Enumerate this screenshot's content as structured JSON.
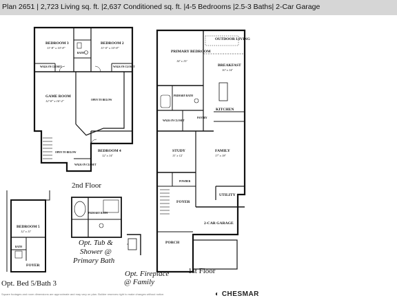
{
  "header": {
    "title": "Plan 2651 | 2,723 Living sq. ft. |2,637 Conditioned sq. ft. |4-5 Bedrooms |2.5-3 Baths| 2-Car Garage"
  },
  "second_floor": {
    "caption": "2nd Floor",
    "rooms": {
      "bedroom3": {
        "name": "BEDROOM 3",
        "dims": "11'-8\" x 10'-8\""
      },
      "bedroom2": {
        "name": "BEDROOM 2",
        "dims": "11'-0\" x 10'-8\""
      },
      "bath": {
        "name": "BATH"
      },
      "walkin_left": {
        "name": "WALK-IN CLOSET"
      },
      "walkin_right": {
        "name": "WALK-IN CLOSET"
      },
      "gameroom": {
        "name": "GAME ROOM",
        "dims": "12'-8\" x 16'-2\""
      },
      "open_below": {
        "name": "OPEN TO BELOW"
      },
      "open_foyer": {
        "name": "OPEN TO BELOW"
      },
      "bedroom4": {
        "name": "BEDROOM 4",
        "dims": "12' x 14'"
      },
      "walkin_b4": {
        "name": "WALK-IN CLOSET"
      }
    }
  },
  "first_floor": {
    "caption": "1st Floor",
    "rooms": {
      "outdoor": {
        "name": "OUTDOOR LIVING"
      },
      "primary_bedroom": {
        "name": "PRIMARY BEDROOM",
        "dims": "14' x 15'"
      },
      "breakfast": {
        "name": "BREAKFAST",
        "dims": "10' x 14'"
      },
      "primary_bath": {
        "name": "PRIMARY BATH"
      },
      "kitchen": {
        "name": "KITCHEN"
      },
      "walkin": {
        "name": "WALK-IN CLOSET"
      },
      "pantry": {
        "name": "PANTRY"
      },
      "study": {
        "name": "STUDY",
        "dims": "11' x 12'"
      },
      "family": {
        "name": "FAMILY",
        "dims": "17' x 18'"
      },
      "powder": {
        "name": "POWDER"
      },
      "utility": {
        "name": "UTILITY"
      },
      "foyer": {
        "name": "FOYER"
      },
      "garage": {
        "name": "2-CAR GARAGE"
      },
      "porch": {
        "name": "PORCH"
      }
    }
  },
  "opt_bed5": {
    "caption": "Opt. Bed 5/Bath 3",
    "rooms": {
      "bedroom5": {
        "name": "BEDROOM 5",
        "dims": "12' x 11'"
      },
      "bath": {
        "name": "BATH"
      },
      "foyer": {
        "name": "FOYER"
      }
    }
  },
  "opt_tub": {
    "caption_line1": "Opt. Tub &",
    "caption_line2": "Shower @",
    "caption_line3": "Primary Bath",
    "label": "PRIMARY BATH"
  },
  "opt_fireplace": {
    "caption_line1": "Opt. Fireplace",
    "caption_line2": "@ Family"
  },
  "footer": {
    "disclaimer": "Square footages and room dimensions are approximate and may vary on plan. Builder reserves right to make changes without notice.",
    "brand": "CHESMAR"
  }
}
